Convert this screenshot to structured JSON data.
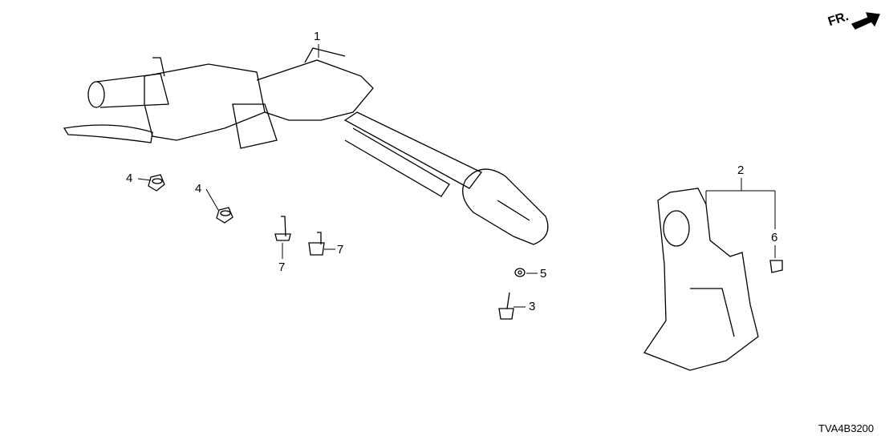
{
  "diagram": {
    "direction_marker": "FR.",
    "diagram_code": "TVA4B3200",
    "callouts": [
      {
        "id": "callout-1",
        "text": "1",
        "part": "steering-column"
      },
      {
        "id": "callout-2",
        "text": "2",
        "part": "column-cover"
      },
      {
        "id": "callout-6",
        "text": "6",
        "part": "clip"
      },
      {
        "id": "callout-4a",
        "text": "4",
        "part": "nut"
      },
      {
        "id": "callout-4b",
        "text": "4",
        "part": "nut"
      },
      {
        "id": "callout-7a",
        "text": "7",
        "part": "bolt"
      },
      {
        "id": "callout-7b",
        "text": "7",
        "part": "bolt"
      },
      {
        "id": "callout-5",
        "text": "5",
        "part": "washer"
      },
      {
        "id": "callout-3",
        "text": "3",
        "part": "bolt"
      }
    ]
  }
}
